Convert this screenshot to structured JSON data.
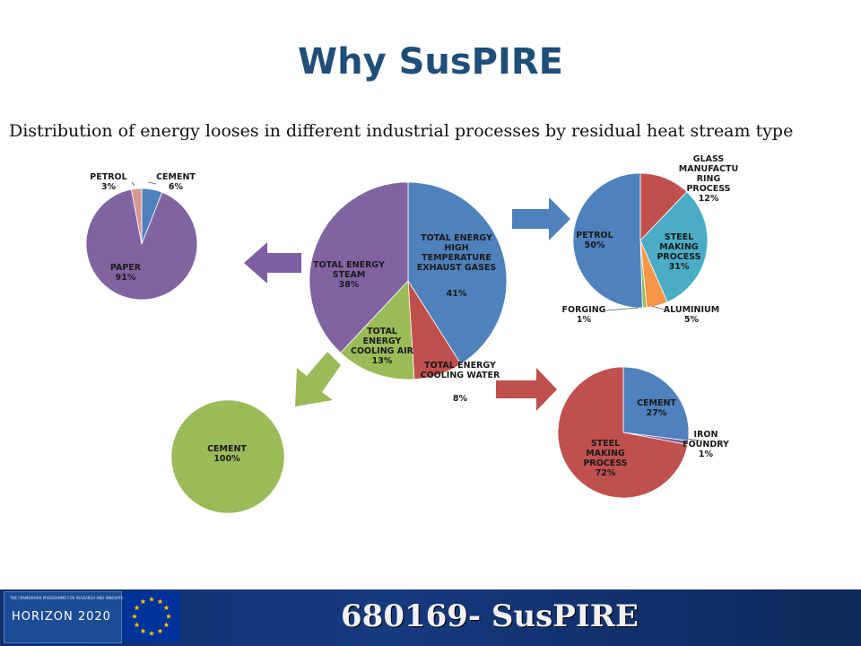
{
  "title": "Why SusPIRE",
  "subtitle": "Distribution of energy looses in different industrial processes by residual heat stream type",
  "footer": {
    "project": "680169- SusPIRE",
    "logo_text": "HORIZON 2020",
    "logo_small_text": "THE FRAMEWORK PROGRAMME FOR RESEARCH AND INNOVATION"
  },
  "colors": {
    "blue": "#4f81bd",
    "red": "#c0504d",
    "green": "#9bbb59",
    "purple": "#8064a2",
    "teal": "#4bacc6",
    "orange": "#f79646",
    "pink": "#d99694",
    "arrow_purple": "#7d5fa3",
    "arrow_blue": "#4f81bd",
    "arrow_green": "#9bbb59",
    "arrow_red": "#c0504d"
  },
  "chart_data": [
    {
      "id": "main",
      "type": "pie",
      "title": "",
      "slices": [
        {
          "label": "TOTAL ENERGY HIGH TEMPERATURE EXHAUST GASES",
          "label_lines": [
            "TOTAL ENERGY",
            "HIGH",
            "TEMPERATURE",
            "EXHAUST GASES"
          ],
          "value_text": "41%",
          "value": 41,
          "color": "#4f81bd"
        },
        {
          "label": "TOTAL ENERGY COOLING WATER",
          "label_lines": [
            "TOTAL ENERGY",
            "COOLING WATER"
          ],
          "value_text": "8%",
          "value": 8,
          "color": "#c0504d"
        },
        {
          "label": "TOTAL ENERGY COOLING AIR",
          "label_lines": [
            "TOTAL",
            "ENERGY",
            "COOLING AIR"
          ],
          "value_text": "13%",
          "value": 13,
          "color": "#9bbb59"
        },
        {
          "label": "TOTAL ENERGY STEAM",
          "label_lines": [
            "TOTAL ENERGY",
            "STEAM"
          ],
          "value_text": "38%",
          "value": 38,
          "color": "#8064a2"
        }
      ]
    },
    {
      "id": "steam",
      "type": "pie",
      "title": "",
      "slices": [
        {
          "label": "CEMENT",
          "label_lines": [
            "CEMENT"
          ],
          "value_text": "6%",
          "value": 6,
          "color": "#4f81bd"
        },
        {
          "label": "PAPER",
          "label_lines": [
            "PAPER"
          ],
          "value_text": "91%",
          "value": 91,
          "color": "#8064a2"
        },
        {
          "label": "PETROL",
          "label_lines": [
            "PETROL"
          ],
          "value_text": "3%",
          "value": 3,
          "color": "#d99694"
        }
      ]
    },
    {
      "id": "exhaust",
      "type": "pie",
      "title": "",
      "slices": [
        {
          "label": "GLASS MANUFACTURING PROCESS",
          "label_lines": [
            "GLASS",
            "MANUFACTU",
            "RING",
            "PROCESS"
          ],
          "value_text": "12%",
          "value": 12,
          "color": "#c0504d"
        },
        {
          "label": "STEEL MAKING PROCESS",
          "label_lines": [
            "STEEL",
            "MAKING",
            "PROCESS"
          ],
          "value_text": "31%",
          "value": 31,
          "color": "#4bacc6"
        },
        {
          "label": "ALUMINIUM",
          "label_lines": [
            "ALUMINIUM"
          ],
          "value_text": "5%",
          "value": 5,
          "color": "#f79646"
        },
        {
          "label": "FORGING",
          "label_lines": [
            "FORGING"
          ],
          "value_text": "1%",
          "value": 1,
          "color": "#9bbb59"
        },
        {
          "label": "PETROL",
          "label_lines": [
            "PETROL"
          ],
          "value_text": "50%",
          "value": 50,
          "color": "#4f81bd"
        }
      ]
    },
    {
      "id": "cooling_air",
      "type": "pie",
      "title": "",
      "slices": [
        {
          "label": "CEMENT",
          "label_lines": [
            "CEMENT"
          ],
          "value_text": "100%",
          "value": 100,
          "color": "#9bbb59"
        }
      ]
    },
    {
      "id": "cooling_water",
      "type": "pie",
      "title": "",
      "slices": [
        {
          "label": "CEMENT",
          "label_lines": [
            "CEMENT"
          ],
          "value_text": "27%",
          "value": 27,
          "color": "#4f81bd"
        },
        {
          "label": "IRON FOUNDRY",
          "label_lines": [
            "IRON",
            "FOUNDRY"
          ],
          "value_text": "1%",
          "value": 1,
          "color": "#8064a2"
        },
        {
          "label": "STEEL MAKING PROCESS",
          "label_lines": [
            "STEEL",
            "MAKING",
            "PROCESS"
          ],
          "value_text": "72%",
          "value": 72,
          "color": "#c0504d"
        }
      ]
    }
  ]
}
